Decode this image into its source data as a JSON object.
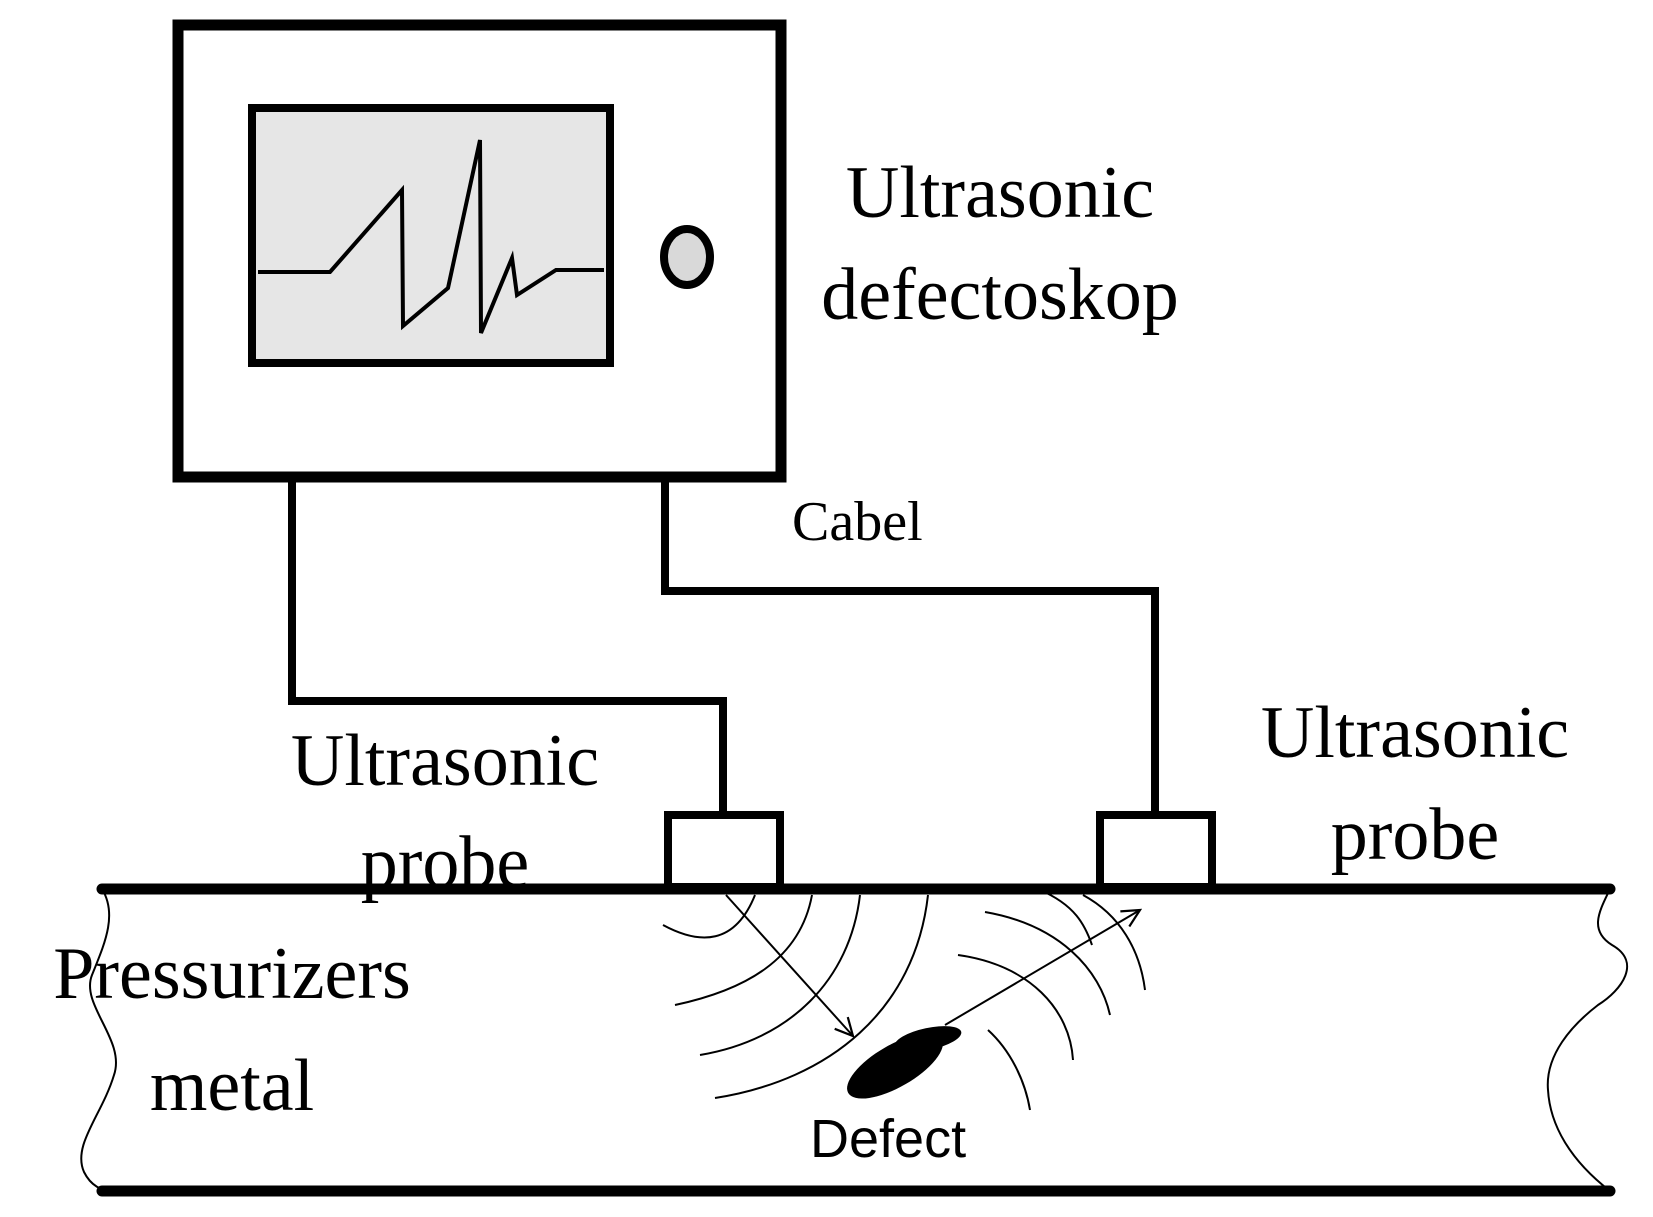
{
  "labels": {
    "device_line1": "Ultrasonic",
    "device_line2": "defectoskop",
    "cable": "Cabel",
    "probe_left_line1": "Ultrasonic",
    "probe_left_line2": "probe",
    "probe_right_line1": "Ultrasonic",
    "probe_right_line2": "probe",
    "material_line1": "Pressurizers",
    "material_line2": "metal",
    "defect": "Defect"
  },
  "colors": {
    "line": "#000000",
    "screen_fill": "#e6e6e6",
    "knob_fill": "#d9d9d9",
    "background": "#ffffff"
  }
}
